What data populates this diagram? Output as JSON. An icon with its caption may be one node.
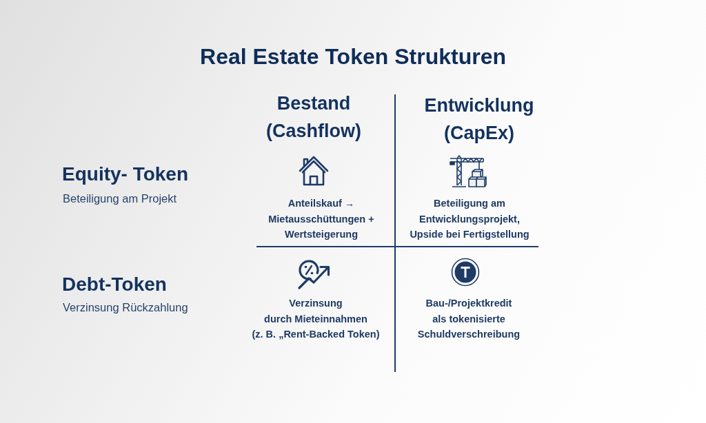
{
  "diagram": {
    "title": "Real Estate Token Strukturen",
    "labels": [
      "Bestand (Cashflow)",
      "Entwicklung (CapEx)",
      "Equity- Token",
      "Beteiligung am Projekt",
      "Anteilskauf → Mietausschüttungen + Wertsteigerung",
      "Beteiligung am Entwicklungsprojekt, Upside bei Fertigstellung",
      "Debt-Token",
      "Verzinsung Rückzahlung",
      "Verzinsung durch Mieteinnahmen (z. B. „Rent-Backed Token)",
      "Bau-/Projektkredit als tokenisierte Schuldverschreibung"
    ]
  }
}
